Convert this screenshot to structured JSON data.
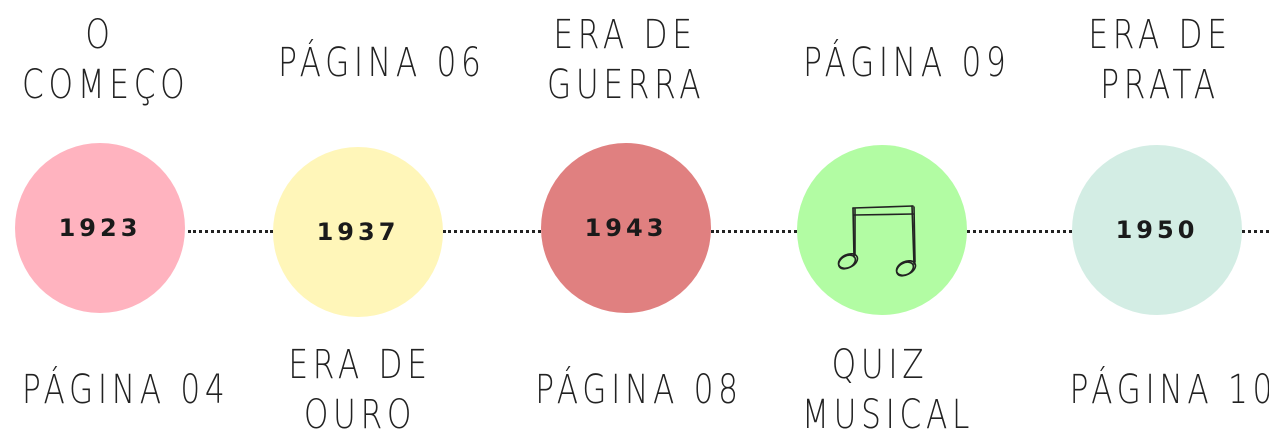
{
  "timeline": {
    "colors": {
      "pink": "#ffb3bf",
      "yellow": "#fff6b9",
      "red": "#e08080",
      "green": "#b2fca3",
      "mint": "#d3ede4"
    },
    "events": [
      {
        "year": "1923",
        "top_line1": "O",
        "top_line2": "COMEÇO",
        "bottom_line1": "PÁGINA 04",
        "bottom_line2": ""
      },
      {
        "year": "1937",
        "top_line1": "PÁGINA 06",
        "top_line2": "",
        "bottom_line1": "ERA DE",
        "bottom_line2": "OURO"
      },
      {
        "year": "1943",
        "top_line1": "ERA DE",
        "top_line2": "GUERRA",
        "bottom_line1": "PÁGINA 08",
        "bottom_line2": ""
      },
      {
        "year": "",
        "icon": "music-note-icon",
        "top_line1": "PÁGINA 09",
        "top_line2": "",
        "bottom_line1": "QUIZ",
        "bottom_line2": "MUSICAL"
      },
      {
        "year": "1950",
        "top_line1": "ERA DE",
        "top_line2": "PRATA",
        "bottom_line1": "PÁGINA 10",
        "bottom_line2": ""
      }
    ]
  }
}
